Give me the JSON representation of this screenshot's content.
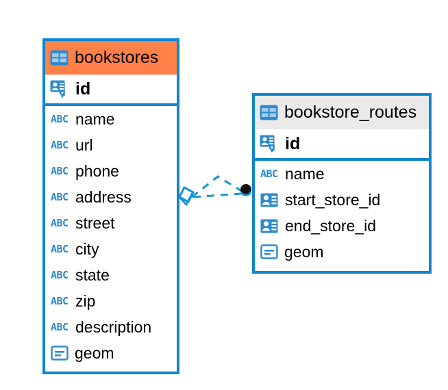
{
  "diagram": {
    "title": "database-erd",
    "background_color": "#ffffff",
    "accent_color": "#1086CE",
    "highlight_color": "#FF8049",
    "header_grey": "#EAEAEA",
    "abc_icon_label": "ABC"
  },
  "entities": [
    {
      "name": "bookstores",
      "header_style": "orange",
      "primary_key": {
        "label": "id",
        "icon": "primary-key-icon"
      },
      "fields": [
        {
          "label": "name",
          "icon": "text-field-icon"
        },
        {
          "label": "url",
          "icon": "text-field-icon"
        },
        {
          "label": "phone",
          "icon": "text-field-icon"
        },
        {
          "label": "address",
          "icon": "text-field-icon"
        },
        {
          "label": "street",
          "icon": "text-field-icon"
        },
        {
          "label": "city",
          "icon": "text-field-icon"
        },
        {
          "label": "state",
          "icon": "text-field-icon"
        },
        {
          "label": "zip",
          "icon": "text-field-icon"
        },
        {
          "label": "description",
          "icon": "text-field-icon"
        },
        {
          "label": "geom",
          "icon": "geometry-field-icon"
        }
      ]
    },
    {
      "name": "bookstore_routes",
      "header_style": "grey",
      "primary_key": {
        "label": "id",
        "icon": "primary-key-icon"
      },
      "fields": [
        {
          "label": "name",
          "icon": "text-field-icon"
        },
        {
          "label": "start_store_id",
          "icon": "foreign-key-icon"
        },
        {
          "label": "end_store_id",
          "icon": "foreign-key-icon"
        },
        {
          "label": "geom",
          "icon": "geometry-field-icon"
        }
      ]
    }
  ],
  "relationship": {
    "from_entity": "bookstores",
    "to_entity": "bookstore_routes",
    "from_marker": "diamond-marker",
    "to_marker": "circle-marker",
    "line_style": "dashed",
    "line_color": "#1795D6"
  }
}
